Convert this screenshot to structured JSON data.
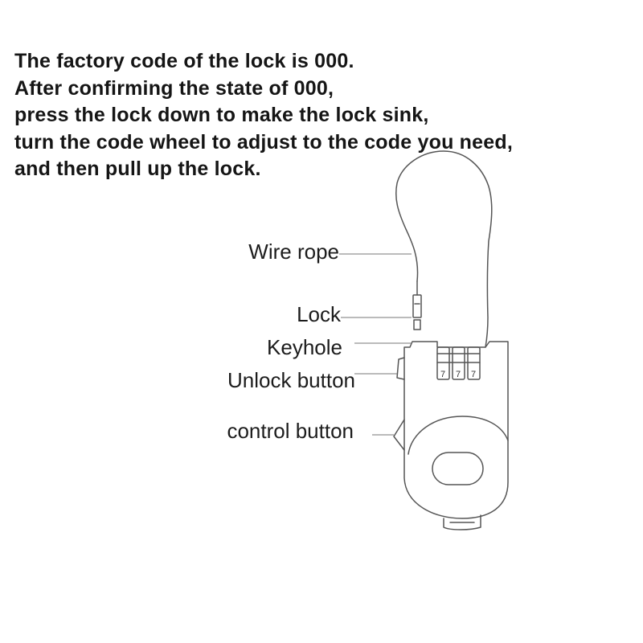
{
  "instructions": [
    "The factory code of the lock is 000.",
    "After confirming the state of 000,",
    "press the lock down to make the lock sink,",
    "turn the code wheel to adjust to the code you need,",
    "and then pull up the lock."
  ],
  "labels": {
    "wire_rope": "Wire rope",
    "lock": "Lock",
    "keyhole": "Keyhole",
    "unlock_button": "Unlock button",
    "control_button": "control button"
  },
  "wheel_digits": [
    "7",
    "7",
    "7"
  ],
  "colors": {
    "text": "#151515",
    "line": "#555555",
    "background": "#ffffff"
  }
}
